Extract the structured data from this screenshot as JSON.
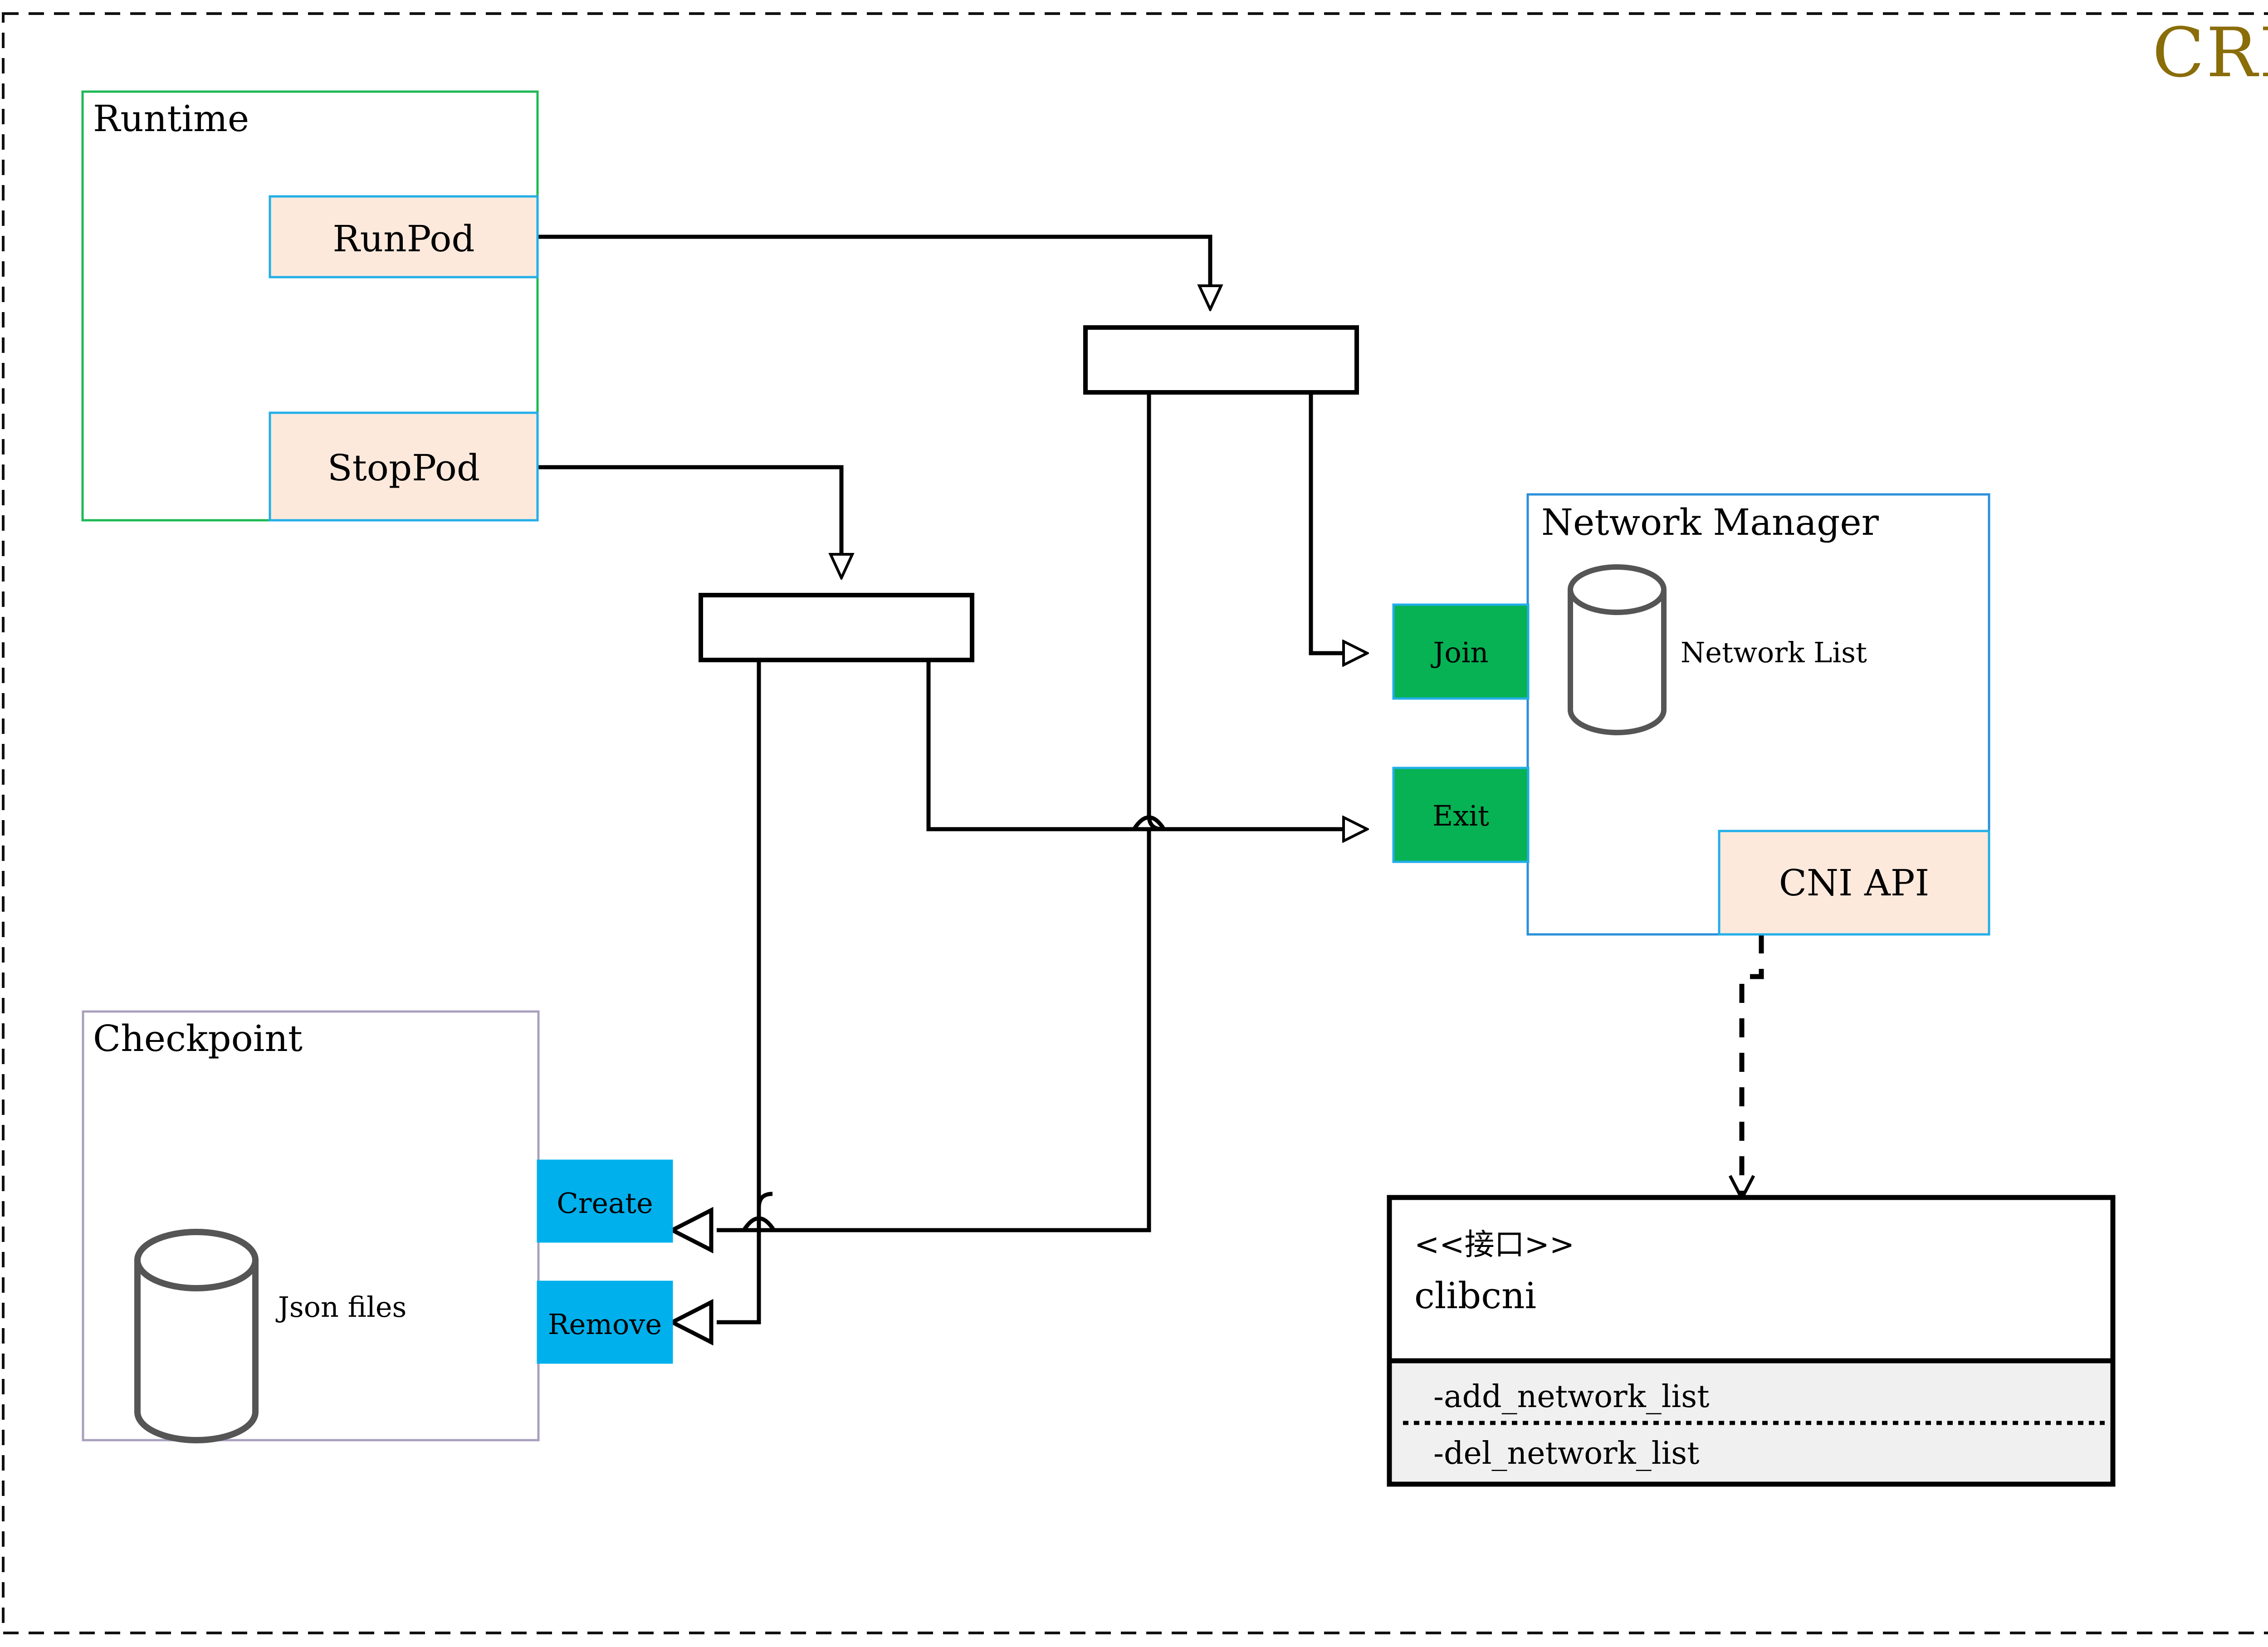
{
  "diagram": {
    "title": "CRI",
    "title_color": "#8a6d09",
    "outer_border": "dashed"
  },
  "groups": [
    {
      "name": "runtime",
      "label": "Runtime",
      "border_color": "#1db954",
      "fill": "#ffffff"
    },
    {
      "name": "checkpoint",
      "label": "Checkpoint",
      "border_color": "#a9a0bd",
      "fill": "#ffffff",
      "store_label": "Json files"
    },
    {
      "name": "network-manager",
      "label": "Network Manager",
      "border_color": "#2b8fd8",
      "fill": "#ffffff",
      "store_label": "Network List"
    }
  ],
  "nodes": [
    {
      "name": "runpod",
      "label": "RunPod",
      "fill": "#fce9dc",
      "border": "#22aee8"
    },
    {
      "name": "stoppod",
      "label": "StopPod",
      "fill": "#fce9dc",
      "border": "#22aee8"
    },
    {
      "name": "join",
      "label": "Join",
      "fill": "#06b253",
      "border": "#22aee8"
    },
    {
      "name": "exit",
      "label": "Exit",
      "fill": "#06b253",
      "border": "#22aee8"
    },
    {
      "name": "cni-api",
      "label": "CNI API",
      "fill": "#fce9dc",
      "border": "#22aee8"
    },
    {
      "name": "create",
      "label": "Create",
      "fill": "#00b0ec",
      "border": "#00b0ec"
    },
    {
      "name": "remove",
      "label": "Remove",
      "fill": "#00b0ec",
      "border": "#00b0ec"
    }
  ],
  "junctions": [
    {
      "name": "fork-runpod"
    },
    {
      "name": "fork-stoppod"
    }
  ],
  "interface": {
    "name": "clibcni-interface",
    "stereotype": "<<接口>>",
    "title": "clibcni",
    "methods": [
      "-add_network_list",
      "-del_network_list"
    ],
    "body_fill": "#f0f0f0"
  }
}
